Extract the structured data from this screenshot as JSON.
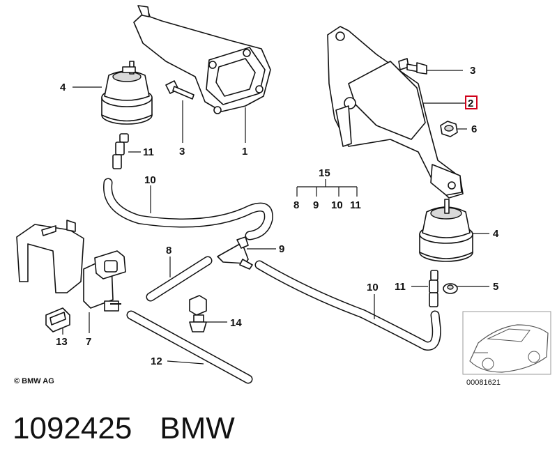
{
  "diagram": {
    "callouts": [
      {
        "id": "c4a",
        "text": "4"
      },
      {
        "id": "c11a",
        "text": "11"
      },
      {
        "id": "c3a",
        "text": "3"
      },
      {
        "id": "c1",
        "text": "1"
      },
      {
        "id": "c10a",
        "text": "10"
      },
      {
        "id": "c3b",
        "text": "3"
      },
      {
        "id": "c2",
        "text": "2"
      },
      {
        "id": "c6",
        "text": "6"
      },
      {
        "id": "c15",
        "text": "15"
      },
      {
        "id": "c8a",
        "text": "8"
      },
      {
        "id": "c9a",
        "text": "9"
      },
      {
        "id": "c10b",
        "text": "10"
      },
      {
        "id": "c11b",
        "text": "11"
      },
      {
        "id": "c4b",
        "text": "4"
      },
      {
        "id": "c11c",
        "text": "11"
      },
      {
        "id": "c5",
        "text": "5"
      },
      {
        "id": "c10c",
        "text": "10"
      },
      {
        "id": "c8b",
        "text": "8"
      },
      {
        "id": "c9b",
        "text": "9"
      },
      {
        "id": "c7",
        "text": "7"
      },
      {
        "id": "c13",
        "text": "13"
      },
      {
        "id": "c14",
        "text": "14"
      },
      {
        "id": "c12",
        "text": "12"
      }
    ],
    "highlighted_callout": "2",
    "copyright": "© BMW AG",
    "image_code": "00081621"
  },
  "footer": {
    "part_number": "1092425",
    "brand": "BMW"
  },
  "colors": {
    "highlight": "#d0021b",
    "ink": "#111111",
    "background": "#ffffff"
  }
}
